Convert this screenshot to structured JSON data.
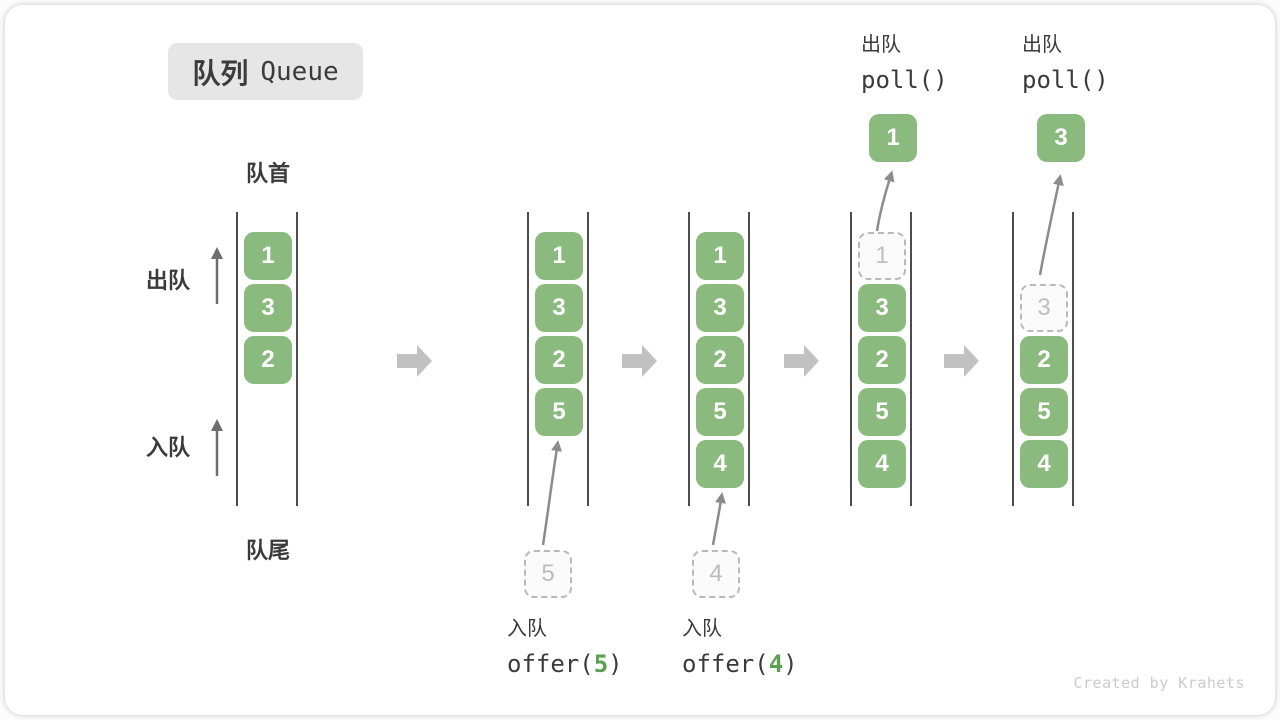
{
  "title": {
    "zh": "队列",
    "en": "Queue"
  },
  "labels": {
    "front": "队首",
    "rear": "队尾",
    "dequeue": "出队",
    "enqueue": "入队"
  },
  "columns": [
    {
      "boxes": [
        "1",
        "3",
        "2"
      ]
    },
    {
      "boxes": [
        "1",
        "3",
        "2",
        "5"
      ],
      "ghost": "5"
    },
    {
      "boxes": [
        "1",
        "3",
        "2",
        "5",
        "4"
      ],
      "ghost": "4"
    },
    {
      "boxes": [
        "3",
        "2",
        "5",
        "4"
      ],
      "ghost": "1",
      "popped": "1"
    },
    {
      "boxes": [
        "2",
        "5",
        "4"
      ],
      "ghost": "3",
      "popped": "3"
    }
  ],
  "operations": {
    "enqueue5": {
      "action": "入队",
      "code_pre": "offer(",
      "arg": "5",
      "code_post": ")"
    },
    "enqueue4": {
      "action": "入队",
      "code_pre": "offer(",
      "arg": "4",
      "code_post": ")"
    },
    "poll1": {
      "action": "出队",
      "code": "poll()"
    },
    "poll2": {
      "action": "出队",
      "code": "poll()"
    }
  },
  "watermark": "Created by Krahets",
  "colors": {
    "box_green": "#8bba7f",
    "arg_green": "#5aa050",
    "ghost_border": "#b9b9b9",
    "ghost_text": "#bdbdbd",
    "line_dark": "#4c4c4c",
    "step_arrow": "#c1c1c1",
    "thin_arrow": "#8c8c8c",
    "left_arrow": "#6e6e6e",
    "text_dark": "#3b3b3b",
    "title_bg": "#e6e6e6",
    "watermark_color": "#cbcbcb"
  }
}
